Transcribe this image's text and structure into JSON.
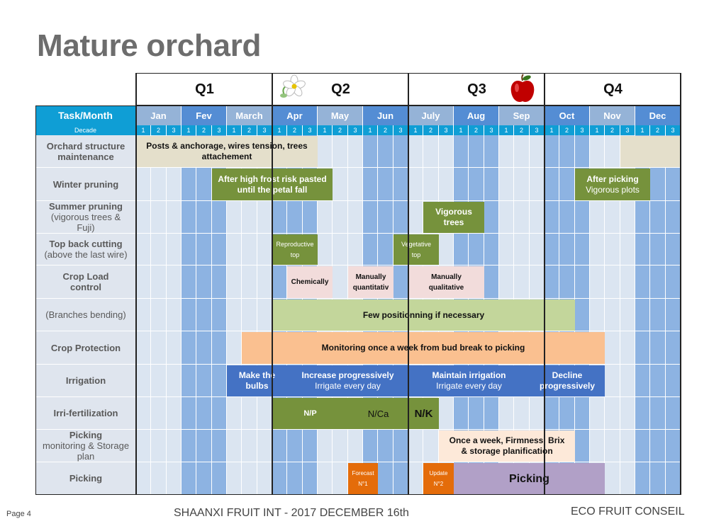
{
  "title": "Mature orchard",
  "quarters": [
    "Q1",
    "Q2",
    "Q3",
    "Q4"
  ],
  "header": {
    "task_month": "Task/Month",
    "decade": "Decade"
  },
  "months": [
    "Jan",
    "Fev",
    "March",
    "Apr",
    "May",
    "Jun",
    "July",
    "Aug",
    "Sep",
    "Oct",
    "Nov",
    "Dec"
  ],
  "decade_labels": [
    "1",
    "2",
    "3"
  ],
  "tasks": [
    {
      "lines": [
        {
          "t": "Orchard structure",
          "b": true
        },
        {
          "t": "maintenance",
          "b": true
        }
      ]
    },
    {
      "lines": [
        {
          "t": "Winter pruning",
          "b": true
        }
      ]
    },
    {
      "lines": [
        {
          "t": "Summer pruning",
          "b": true
        },
        {
          "t": "(vigorous trees &",
          "b": false
        },
        {
          "t": "Fuji)",
          "b": false
        }
      ]
    },
    {
      "lines": [
        {
          "t": "Top back cutting",
          "b": true
        },
        {
          "t": "(above the last wire)",
          "b": false
        }
      ]
    },
    {
      "lines": [
        {
          "t": "Crop Load",
          "b": true
        },
        {
          "t": "control",
          "b": true
        }
      ]
    },
    {
      "lines": [
        {
          "t": "(Branches bending)",
          "b": false
        }
      ]
    },
    {
      "lines": [
        {
          "t": "Crop Protection",
          "b": true
        }
      ]
    },
    {
      "lines": [
        {
          "t": "Irrigation",
          "b": true
        }
      ]
    },
    {
      "lines": [
        {
          "t": "Irri-fertilization",
          "b": true
        }
      ]
    },
    {
      "lines": [
        {
          "t": "Picking",
          "b": true
        },
        {
          "t": "monitoring & Storage",
          "b": false
        },
        {
          "t": "plan",
          "b": false
        }
      ]
    },
    {
      "lines": [
        {
          "t": "Picking",
          "b": true
        }
      ]
    }
  ],
  "activities": [
    {
      "row": 0,
      "start": 0,
      "end": 12,
      "color": "#e4dfcb",
      "text_color": "#111111",
      "bold": true,
      "size": 12,
      "lines": [
        "Posts & anchorage, wires tension, trees",
        "attachement"
      ]
    },
    {
      "row": 0,
      "start": 32,
      "end": 36,
      "color": "#e4dfcb",
      "text_color": "#111111",
      "bold": false,
      "size": 12,
      "lines": []
    },
    {
      "row": 1,
      "start": 5,
      "end": 13,
      "color": "#76923c",
      "text_color": "#ffffff",
      "bold": true,
      "size": 12,
      "lines": [
        "After high frost risk pasted",
        "until the petal fall"
      ]
    },
    {
      "row": 1,
      "start": 29,
      "end": 34,
      "color": "#76923c",
      "text_color": "#ffffff",
      "bold": false,
      "size": 12,
      "lines": [
        "After picking",
        "Vigorous plots"
      ],
      "bold_first": true
    },
    {
      "row": 2,
      "start": 19,
      "end": 23,
      "color": "#76923c",
      "text_color": "#ffffff",
      "bold": true,
      "size": 12,
      "lines": [
        "Vigorous",
        "trees"
      ]
    },
    {
      "row": 3,
      "start": 9,
      "end": 12,
      "color": "#76923c",
      "text_color": "#ffffff",
      "bold": false,
      "size": 9,
      "lines": [
        "Reproductive",
        "top"
      ]
    },
    {
      "row": 3,
      "start": 17,
      "end": 20,
      "color": "#76923c",
      "text_color": "#ffffff",
      "bold": false,
      "size": 9,
      "lines": [
        "Vegetative",
        "top"
      ]
    },
    {
      "row": 4,
      "start": 10,
      "end": 13,
      "color": "#f2dcdb",
      "text_color": "#111111",
      "bold": true,
      "size": 10,
      "lines": [
        "Chemically"
      ]
    },
    {
      "row": 4,
      "start": 14,
      "end": 17,
      "color": "#f2dcdb",
      "text_color": "#111111",
      "bold": true,
      "size": 10,
      "lines": [
        "Manually",
        "quantitativ"
      ]
    },
    {
      "row": 4,
      "start": 18,
      "end": 23,
      "color": "#f2dcdb",
      "text_color": "#111111",
      "bold": true,
      "size": 10,
      "lines": [
        "Manually",
        "qualitative"
      ]
    },
    {
      "row": 5,
      "start": 9,
      "end": 29,
      "color": "#c3d69b",
      "text_color": "#111111",
      "bold": true,
      "size": 12,
      "lines": [
        "Few positionning if necessary"
      ]
    },
    {
      "row": 6,
      "start": 7,
      "end": 31,
      "color": "#fac090",
      "text_color": "#111111",
      "bold": true,
      "size": 12,
      "lines": [
        "Monitoring once a week from bud break to picking"
      ]
    },
    {
      "row": 7,
      "start": 6,
      "end": 10,
      "color": "#4472c4",
      "text_color": "#ffffff",
      "bold": true,
      "size": 12,
      "lines": [
        "Make the",
        "bulbs"
      ]
    },
    {
      "row": 7,
      "start": 10,
      "end": 18,
      "color": "#4472c4",
      "text_color": "#ffffff",
      "bold": false,
      "size": 12,
      "lines": [
        "Increase progressively",
        "Irrigate every day"
      ],
      "bold_first": true
    },
    {
      "row": 7,
      "start": 18,
      "end": 26,
      "color": "#4472c4",
      "text_color": "#ffffff",
      "bold": false,
      "size": 12,
      "lines": [
        "Maintain irrigation",
        "Irrigate every day"
      ],
      "bold_first": true
    },
    {
      "row": 7,
      "start": 26,
      "end": 31,
      "color": "#4472c4",
      "text_color": "#ffffff",
      "bold": true,
      "size": 12,
      "lines": [
        "Decline",
        "progressively"
      ]
    },
    {
      "row": 8,
      "start": 9,
      "end": 14,
      "color": "#76923c",
      "text_color": "#ffffff",
      "bold": true,
      "size": 11,
      "lines": [
        "N/P"
      ]
    },
    {
      "row": 8,
      "start": 14,
      "end": 18,
      "color": "#76923c",
      "text_color": "#111111",
      "bold": false,
      "size": 13,
      "lines": [
        "N/Ca"
      ]
    },
    {
      "row": 8,
      "start": 18,
      "end": 20,
      "color": "#76923c",
      "text_color": "#111111",
      "bold": true,
      "size": 15,
      "lines": [
        "N/K"
      ]
    },
    {
      "row": 9,
      "start": 20,
      "end": 29,
      "color": "#fde9d9",
      "text_color": "#111111",
      "bold": true,
      "size": 12,
      "lines": [
        "Once a week, Firmness, Brix",
        "& storage planification"
      ]
    },
    {
      "row": 10,
      "start": 14,
      "end": 16,
      "color": "#e46c0a",
      "text_color": "#ffffff",
      "bold": false,
      "size": 8,
      "lines": [
        "Forecast",
        "N°1"
      ]
    },
    {
      "row": 10,
      "start": 19,
      "end": 21,
      "color": "#e46c0a",
      "text_color": "#ffffff",
      "bold": false,
      "size": 8,
      "lines": [
        "Update",
        "N°2"
      ]
    },
    {
      "row": 10,
      "start": 21,
      "end": 31,
      "color": "#b1a0c7",
      "text_color": "#111111",
      "bold": true,
      "size": 16,
      "lines": [
        "Picking"
      ]
    }
  ],
  "footer": {
    "page": "Page 4",
    "center": "SHAANXI FRUIT INT -  2017 DECEMBER 16th",
    "right": "ECO FRUIT CONSEIL"
  },
  "colors": {
    "header_blue": "#0f9ed5",
    "month_odd": "#95b3d7",
    "month_even": "#548dd4",
    "col_light": "#dbe5f1",
    "col_dark": "#8db3e2",
    "task_bg": "#dfe5ee"
  },
  "icons": [
    "flower-icon",
    "apple-icon"
  ]
}
